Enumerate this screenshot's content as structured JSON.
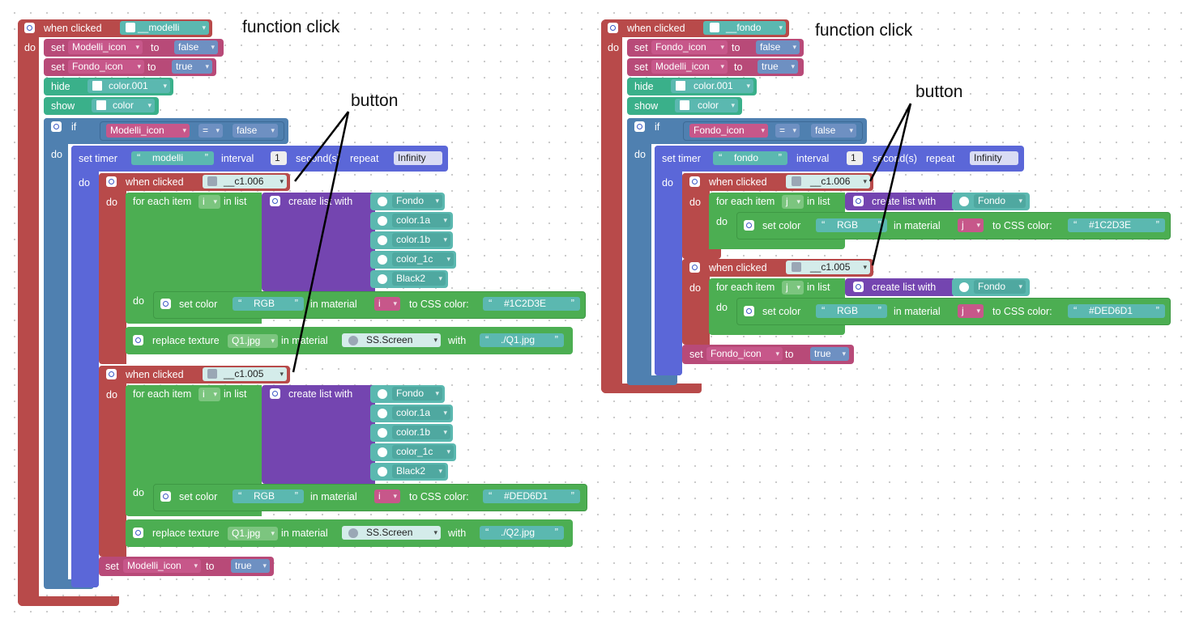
{
  "left": {
    "hat_label": "when clicked",
    "hat_object": "__modelli",
    "do": "do",
    "set": "set",
    "to": "to",
    "hide": "hide",
    "show": "show",
    "if": "if",
    "var_modelli_icon": "Modelli_icon",
    "var_fondo_icon": "Fondo_icon",
    "val_false": "false",
    "val_true": "true",
    "obj_color001": "color.001",
    "obj_color": "color",
    "op_eq": "=",
    "timer": {
      "label": "set timer",
      "name": "modelli",
      "interval": "interval",
      "num": "1",
      "unit": "second(s)",
      "repeat": "repeat",
      "repeat_val": "Infinity"
    },
    "c1006": "__c1.006",
    "c1005": "__c1.005",
    "for_each": "for each item",
    "iter_var": "i",
    "in_list": "in list",
    "create_list": "create list with",
    "materials": [
      "Fondo",
      "color.1a",
      "color.1b",
      "color_1c",
      "Black2"
    ],
    "set_color": "set color",
    "rgb": "RGB",
    "in_material": "in material",
    "to_css": "to CSS color:",
    "css1": "#1C2D3E",
    "css2": "#DED6D1",
    "replace_texture": "replace texture",
    "tex": "Q1.jpg",
    "screen": "SS.Screen",
    "with": "with",
    "q1": "./Q1.jpg",
    "q2": "./Q2.jpg"
  },
  "right": {
    "hat_label": "when clicked",
    "hat_object": "__fondo",
    "do": "do",
    "set": "set",
    "to": "to",
    "hide": "hide",
    "show": "show",
    "if": "if",
    "var_fondo_icon": "Fondo_icon",
    "var_modelli_icon": "Modelli_icon",
    "val_false": "false",
    "val_true": "true",
    "obj_color001": "color.001",
    "obj_color": "color",
    "op_eq": "=",
    "timer": {
      "label": "set timer",
      "name": "fondo",
      "interval": "interval",
      "num": "1",
      "unit": "second(s)",
      "repeat": "repeat",
      "repeat_val": "Infinity"
    },
    "c1006": "__c1.006",
    "c1005": "__c1.005",
    "for_each": "for each item",
    "iter_var": "j",
    "in_list": "in list",
    "create_list": "create list with",
    "material": "Fondo",
    "set_color": "set color",
    "rgb": "RGB",
    "in_material": "in material",
    "to_css": "to CSS color:",
    "css1": "#1C2D3E",
    "css2": "#DED6D1"
  },
  "annotations": {
    "function_click": "function click",
    "button": "button"
  },
  "colors": {
    "event": "#b84a4a",
    "control": "#4f80b0",
    "variable": "#b84a78",
    "show_hide": "#3ab08a",
    "loop": "#4cae52",
    "list": "#7445b0",
    "timer": "#5b67d8",
    "object_field": "#5bb8b0"
  }
}
